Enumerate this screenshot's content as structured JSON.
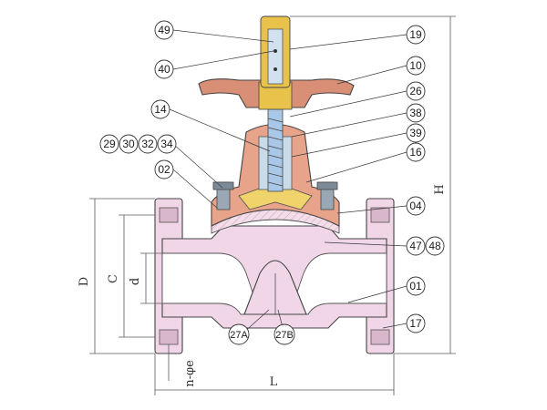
{
  "callouts": {
    "c49": "49",
    "c19": "19",
    "c40": "40",
    "c10": "10",
    "c26": "26",
    "c14": "14",
    "c38": "38",
    "c39": "39",
    "c29": "29",
    "c30": "30",
    "c32": "32",
    "c34": "34",
    "c16": "16",
    "c02": "02",
    "c04": "04",
    "c47": "47",
    "c48": "48",
    "c01": "01",
    "c27a": "27A",
    "c27b": "27B",
    "c17": "17"
  },
  "dimensions": {
    "D": "D",
    "C": "C",
    "d": "d",
    "ne": "n-φe",
    "L": "L",
    "H": "H"
  },
  "colors": {
    "body_pink": "#f0d6e6",
    "bonnet_salmon": "#e7a48a",
    "handwheel_salmon": "#d98f75",
    "stem_yellow": "#e8c24a",
    "stem_blue": "#a9c8e8",
    "insert_yellow": "#f1d36b",
    "outline": "#444444"
  }
}
